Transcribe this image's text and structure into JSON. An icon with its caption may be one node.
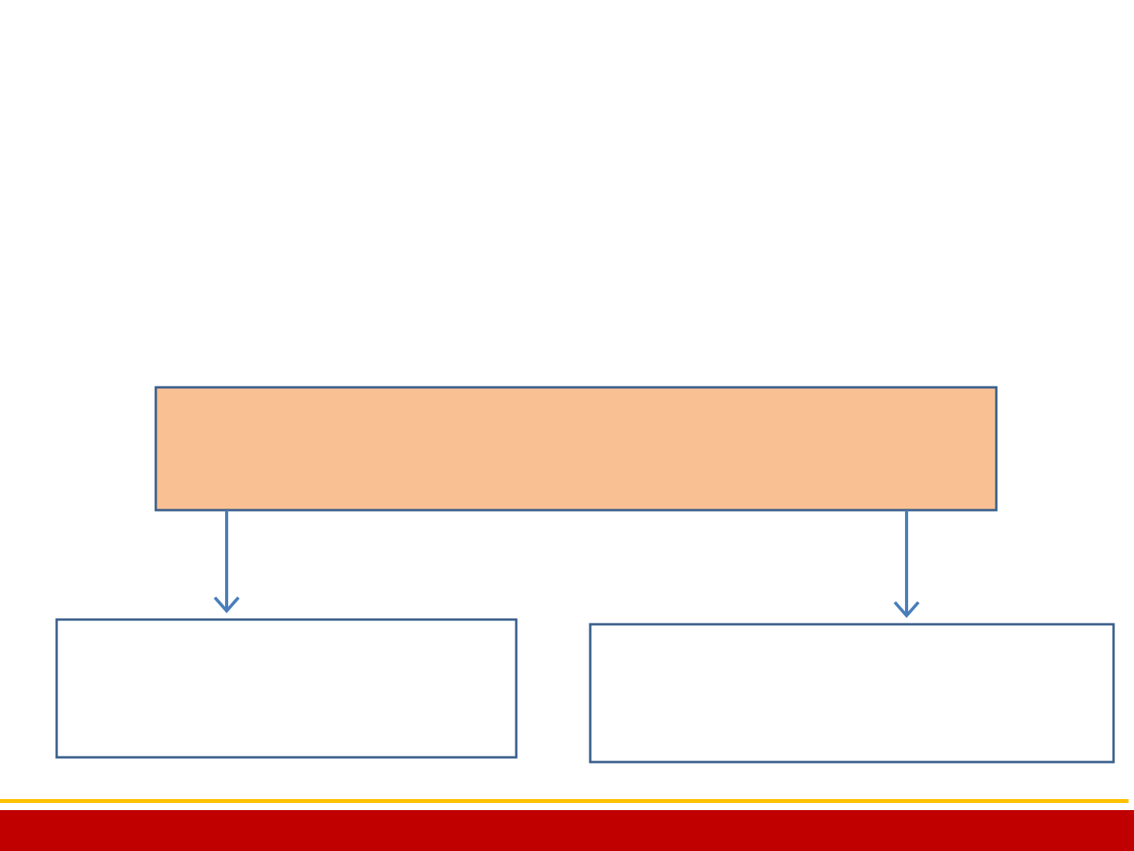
{
  "diagram": {
    "nodes": [
      {
        "text": [],
        "shape": "box"
      },
      {
        "text": [],
        "shape": "box"
      },
      {
        "text": [],
        "shape": "box"
      }
    ],
    "edges": [
      {
        "from": 0,
        "to": 1,
        "arrow": "to"
      },
      {
        "from": 0,
        "to": 2,
        "arrow": "to"
      }
    ]
  }
}
